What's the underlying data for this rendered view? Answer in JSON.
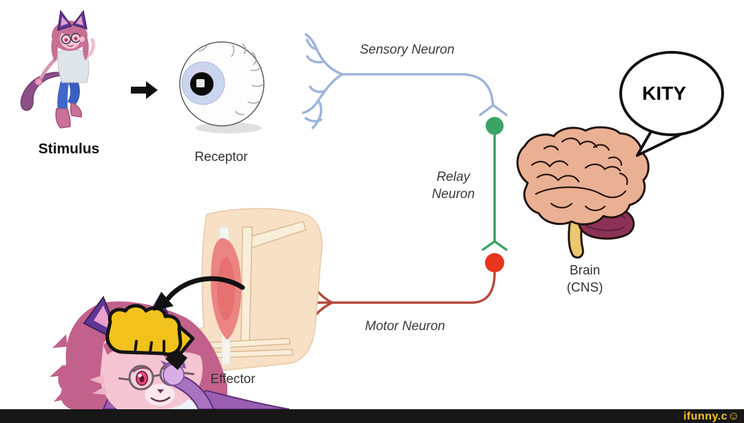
{
  "diagram": {
    "type": "reflex-arc-meme",
    "labels": {
      "stimulus": "Stimulus",
      "receptor": "Receptor",
      "sensory_neuron": "Sensory Neuron",
      "relay_line1": "Relay",
      "relay_line2": "Neuron",
      "motor_neuron": "Motor Neuron",
      "effector": "Effector",
      "brain_line1": "Brain",
      "brain_line2": "(CNS)"
    },
    "speech_bubble": {
      "text": "KITY"
    },
    "colors": {
      "sensory_blue": "#9db4da",
      "relay_green": "#3ba465",
      "motor_red": "#b5493c",
      "green_dot": "#3ba465",
      "red_dot": "#e8361c",
      "arrow_black": "#111111",
      "watermark_yellow": "#f9c821",
      "bar_black": "#171717"
    }
  },
  "watermark": {
    "text": "ifunny.c",
    "smiley": "☺"
  }
}
